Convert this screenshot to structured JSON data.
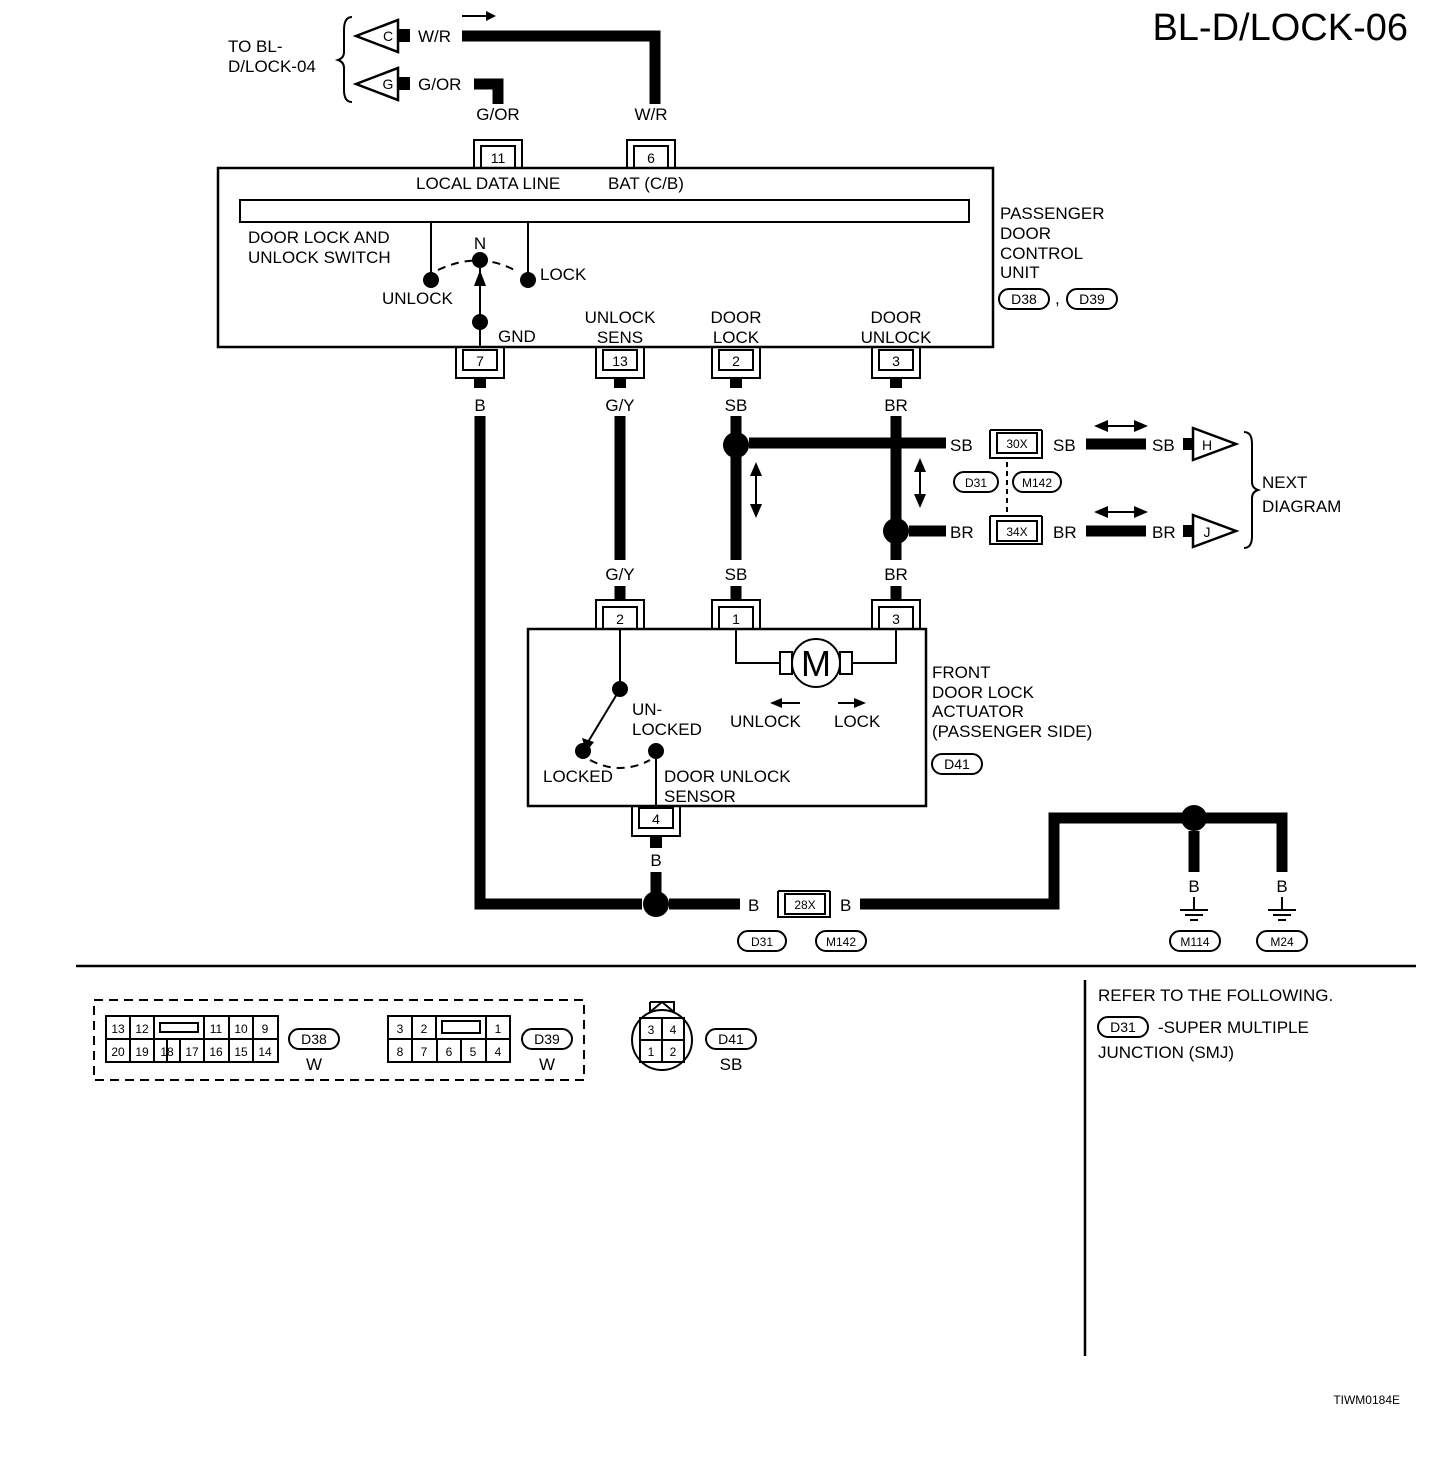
{
  "title": "BL-D/LOCK-06",
  "footer_code": "TIWM0184E",
  "to_prev": {
    "line1": "TO BL-",
    "line2": "D/LOCK-04"
  },
  "next_diagram": {
    "line1": "NEXT",
    "line2": "DIAGRAM"
  },
  "connectors": {
    "c": "C",
    "g": "G",
    "h": "H",
    "j": "J"
  },
  "wires": {
    "w_r": "W/R",
    "g_or": "G/OR",
    "b": "B",
    "g_y": "G/Y",
    "sb": "SB",
    "br": "BR"
  },
  "control_unit": {
    "name": [
      "PASSENGER",
      "DOOR",
      "CONTROL",
      "UNIT"
    ],
    "connectors": [
      "D38",
      "D39"
    ],
    "comma": ",",
    "pins": {
      "local_data": "11",
      "bat": "6",
      "gnd": "7",
      "unlock_sens": "13",
      "door_lock": "2",
      "door_unlock": "3"
    },
    "labels": {
      "local_data_line": "LOCAL DATA LINE",
      "bat": "BAT (C/B)",
      "switch_line1": "DOOR LOCK AND",
      "switch_line2": "UNLOCK SWITCH",
      "n": "N",
      "lock": "LOCK",
      "unlock": "UNLOCK",
      "gnd": "GND",
      "unlock_sens": [
        "UNLOCK",
        "SENS"
      ],
      "door_lock": [
        "DOOR",
        "LOCK"
      ],
      "door_unlock": [
        "DOOR",
        "UNLOCK"
      ]
    }
  },
  "actuator": {
    "name": [
      "FRONT",
      "DOOR LOCK",
      "ACTUATOR",
      "(PASSENGER SIDE)"
    ],
    "connector": "D41",
    "pins": {
      "p2": "2",
      "p1": "1",
      "p3": "3",
      "p4": "4"
    },
    "motor": "M",
    "labels": {
      "unlock": "UNLOCK",
      "lock": "LOCK",
      "unlocked": [
        "UN-",
        "LOCKED"
      ],
      "locked": "LOCKED",
      "sensor": [
        "DOOR UNLOCK",
        "SENSOR"
      ]
    }
  },
  "junctions": {
    "j30": "30X",
    "j34": "34X",
    "j28": "28X",
    "d31": "D31",
    "m142": "M142"
  },
  "grounds": [
    "M114",
    "M24"
  ],
  "connector_views": {
    "d38": {
      "id": "D38",
      "color": "W",
      "top": [
        "13",
        "12",
        "11",
        "10",
        "9"
      ],
      "bottom": [
        "20",
        "19",
        "18",
        "17",
        "16",
        "15",
        "14"
      ]
    },
    "d39": {
      "id": "D39",
      "color": "W",
      "top": [
        "3",
        "2",
        "1"
      ],
      "bottom": [
        "8",
        "7",
        "6",
        "5",
        "4"
      ]
    },
    "d41": {
      "id": "D41",
      "color": "SB",
      "top": [
        "3",
        "4"
      ],
      "bottom": [
        "1",
        "2"
      ]
    }
  },
  "refer": {
    "heading": "REFER TO THE FOLLOWING.",
    "code": "D31",
    "desc1": "-SUPER MULTIPLE",
    "desc2": "JUNCTION (SMJ)"
  }
}
